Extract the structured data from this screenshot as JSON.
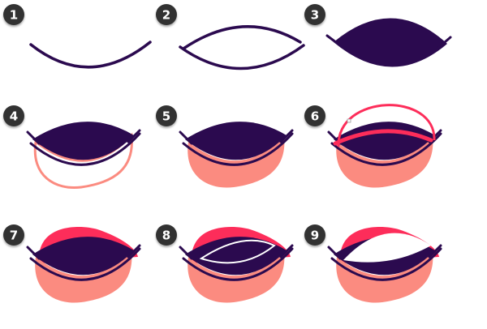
{
  "colors": {
    "dark": "#2b0a4f",
    "salmon": "#fb8b80",
    "pink": "#fd2d5a",
    "badge": "#333333",
    "white": "#ffffff"
  },
  "panels": [
    {
      "number": "1"
    },
    {
      "number": "2"
    },
    {
      "number": "3"
    },
    {
      "number": "4"
    },
    {
      "number": "5"
    },
    {
      "number": "6"
    },
    {
      "number": "7"
    },
    {
      "number": "8"
    },
    {
      "number": "9"
    }
  ]
}
